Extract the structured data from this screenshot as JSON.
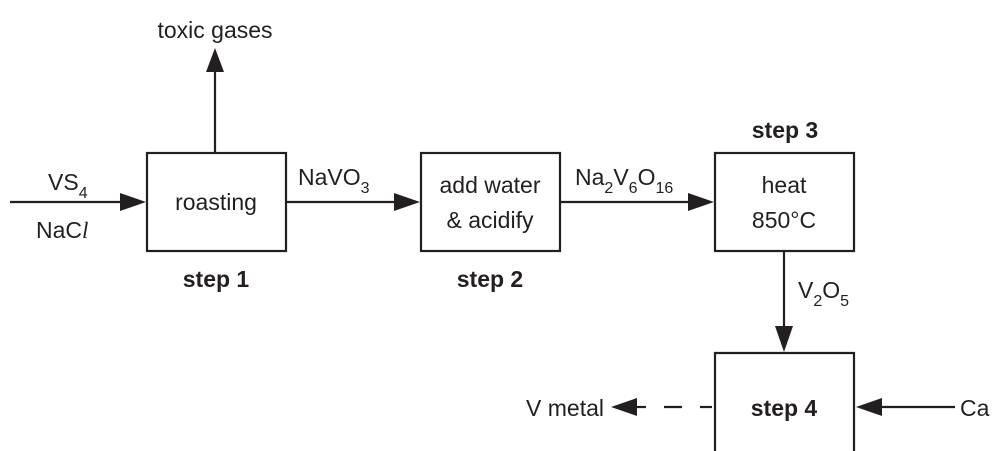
{
  "diagram": {
    "top_output": "toxic gases",
    "inputs": {
      "a_main": "VS",
      "a_sub": "4",
      "b_main": "NaC",
      "b_italic": "l"
    },
    "step1": {
      "box_label": "roasting",
      "caption": "step 1"
    },
    "intermediate1": {
      "main": "NaVO",
      "sub": "3"
    },
    "step2": {
      "box_line1": "add water",
      "box_line2": "& acidify",
      "caption": "step 2"
    },
    "intermediate2": {
      "p1": "Na",
      "s1": "2",
      "p2": "V",
      "s2": "6",
      "p3": "O",
      "s3": "16"
    },
    "step3": {
      "caption": "step 3",
      "box_line1": "heat",
      "box_line2": "850°C"
    },
    "intermediate3": {
      "p1": "V",
      "s1": "2",
      "p2": "O",
      "s2": "5"
    },
    "step4": {
      "box_label": "step 4"
    },
    "input_ca": "Ca",
    "product": "V metal"
  }
}
